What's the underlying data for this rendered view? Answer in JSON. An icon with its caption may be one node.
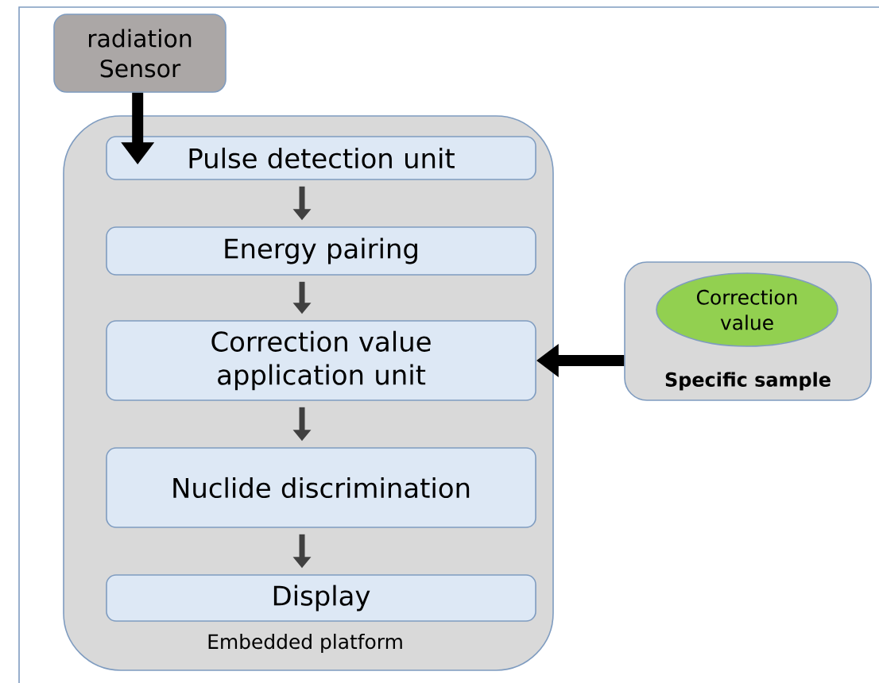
{
  "diagram": {
    "nodes": [
      {
        "text": [
          "radiation Sensor"
        ]
      },
      {
        "text": [
          "Embedded platform"
        ]
      },
      {
        "text": [
          "Pulse detection unit"
        ],
        "in": 1
      },
      {
        "text": [
          "Energy pairing"
        ],
        "in": 1
      },
      {
        "text": [
          "Correction value application unit"
        ],
        "in": 1
      },
      {
        "text": [
          "Nuclide discrimination"
        ],
        "in": 1
      },
      {
        "text": [
          "Display"
        ],
        "in": 1
      },
      {
        "text": [
          "Specific sample"
        ]
      },
      {
        "text": [
          "Correction value"
        ],
        "in": 7
      }
    ],
    "edges": [
      {
        "from": 0,
        "to": 2,
        "arrow": "to",
        "style": "thick",
        "color": "#000000"
      },
      {
        "from": 2,
        "to": 3,
        "arrow": "to"
      },
      {
        "from": 3,
        "to": 4,
        "arrow": "to"
      },
      {
        "from": 4,
        "to": 5,
        "arrow": "to"
      },
      {
        "from": 5,
        "to": 6,
        "arrow": "to"
      },
      {
        "from": 7,
        "to": 4,
        "arrow": "to",
        "style": "thick",
        "color": "#000000"
      }
    ]
  }
}
